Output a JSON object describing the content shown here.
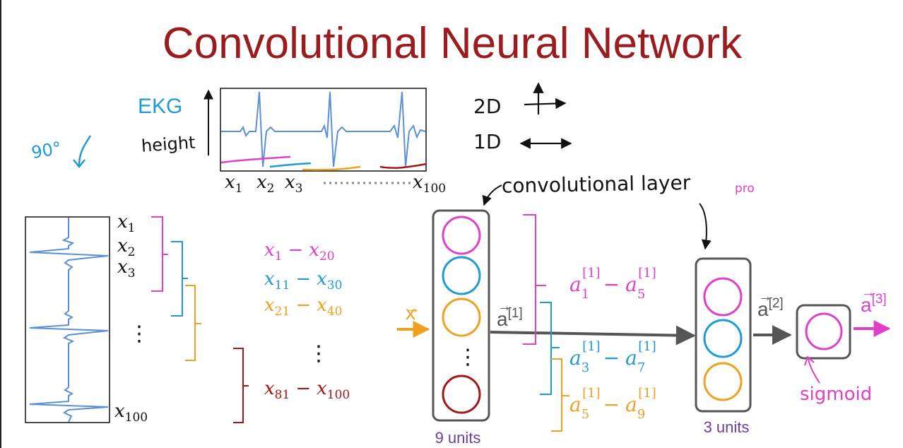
{
  "title": "Convolutional Neural Network",
  "colors": {
    "title": "#9b1c1f",
    "magenta": "#e040c8",
    "blue": "#1e9ad6",
    "orange": "#f0a020",
    "darkred": "#a01818",
    "signal": "#5b8fd6",
    "purple": "#6a3d9a",
    "gray": "#555555"
  },
  "ekg": {
    "label": "EKG",
    "axis_label": "height",
    "rotation_note": "90°",
    "ticks": {
      "x": "x",
      "s1": "1",
      "s2": "2",
      "s3": "3",
      "s100": "100"
    }
  },
  "dims": {
    "d2": "2D",
    "d1": "1D"
  },
  "vertical_inputs": {
    "x": "x",
    "s1": "1",
    "s2": "2",
    "s3": "3",
    "dots": "⋮",
    "s100": "100"
  },
  "windows": [
    {
      "a": "x",
      "a_sub": "1",
      "dash": "−",
      "b": "x",
      "b_sub": "20"
    },
    {
      "a": "x",
      "a_sub": "11",
      "dash": "−",
      "b": "x",
      "b_sub": "30"
    },
    {
      "a": "x",
      "a_sub": "21",
      "dash": "−",
      "b": "x",
      "b_sub": "40"
    },
    {
      "a": "x",
      "a_sub": "81",
      "dash": "−",
      "b": "x",
      "b_sub": "100"
    }
  ],
  "windows_dots": "⋮",
  "network": {
    "input": "x",
    "input_arrow": "→",
    "a1": "a",
    "a1_sup": "[1]",
    "a2": "a",
    "a2_sup": "[2]",
    "a3": "a",
    "a3_sup": "[3]",
    "vec": "→",
    "layer1_dots": "⋮",
    "layer1_units": "9 units",
    "layer2_units": "3 units",
    "conv_label": "convolutional layer",
    "pro_note": "pro",
    "sigmoid": "sigmoid"
  },
  "ranges": [
    {
      "a": "a",
      "a_sub": "1",
      "a_sup": "[1]",
      "dash": "−",
      "b": "a",
      "b_sub": "5",
      "b_sup": "[1]"
    },
    {
      "a": "a",
      "a_sub": "3",
      "a_sup": "[1]",
      "dash": "−",
      "b": "a",
      "b_sub": "7",
      "b_sup": "[1]"
    },
    {
      "a": "a",
      "a_sub": "5",
      "a_sup": "[1]",
      "dash": "−",
      "b": "a",
      "b_sub": "9",
      "b_sup": "[1]"
    }
  ]
}
